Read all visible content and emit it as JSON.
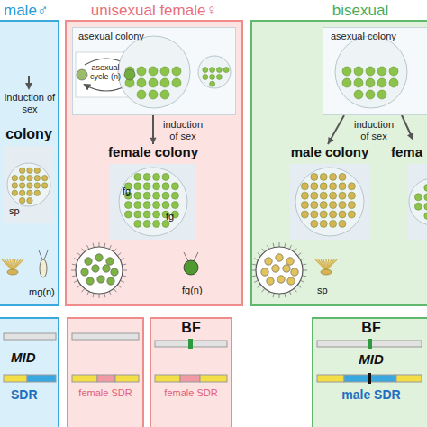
{
  "diagram": {
    "nodes": [
      {
        "text": [
          "male♂"
        ]
      },
      {
        "text": [
          "colony"
        ],
        "in": 0
      },
      {
        "text": [
          "MID",
          "SDR"
        ]
      },
      {
        "text": [
          "unisexual female♀"
        ]
      },
      {
        "text": [
          "asexual colony"
        ],
        "in": 3
      },
      {
        "text": [
          "asexual cycle (n)"
        ],
        "in": 4
      },
      {
        "text": [
          "female colony"
        ],
        "in": 3
      },
      {
        "text": [
          "female SDR"
        ]
      },
      {
        "text": [
          "BF",
          "female SDR"
        ]
      },
      {
        "text": [
          "bisexual"
        ]
      },
      {
        "text": [
          "asexual colony"
        ],
        "in": 9
      },
      {
        "text": [
          "male colony"
        ],
        "in": 9
      },
      {
        "text": [
          "BF",
          "MID",
          "male SDR"
        ]
      }
    ],
    "edges": [
      {
        "from": 4,
        "to": 6,
        "label": "induction of sex",
        "arrow": "to"
      },
      {
        "from": 10,
        "to": 11,
        "label": "induction of sex",
        "arrow": "to"
      }
    ],
    "labels": [
      "induction of sex",
      "sp",
      "mg(n)",
      "fg",
      "fg",
      "fg(n)",
      "sp",
      "fema"
    ]
  }
}
